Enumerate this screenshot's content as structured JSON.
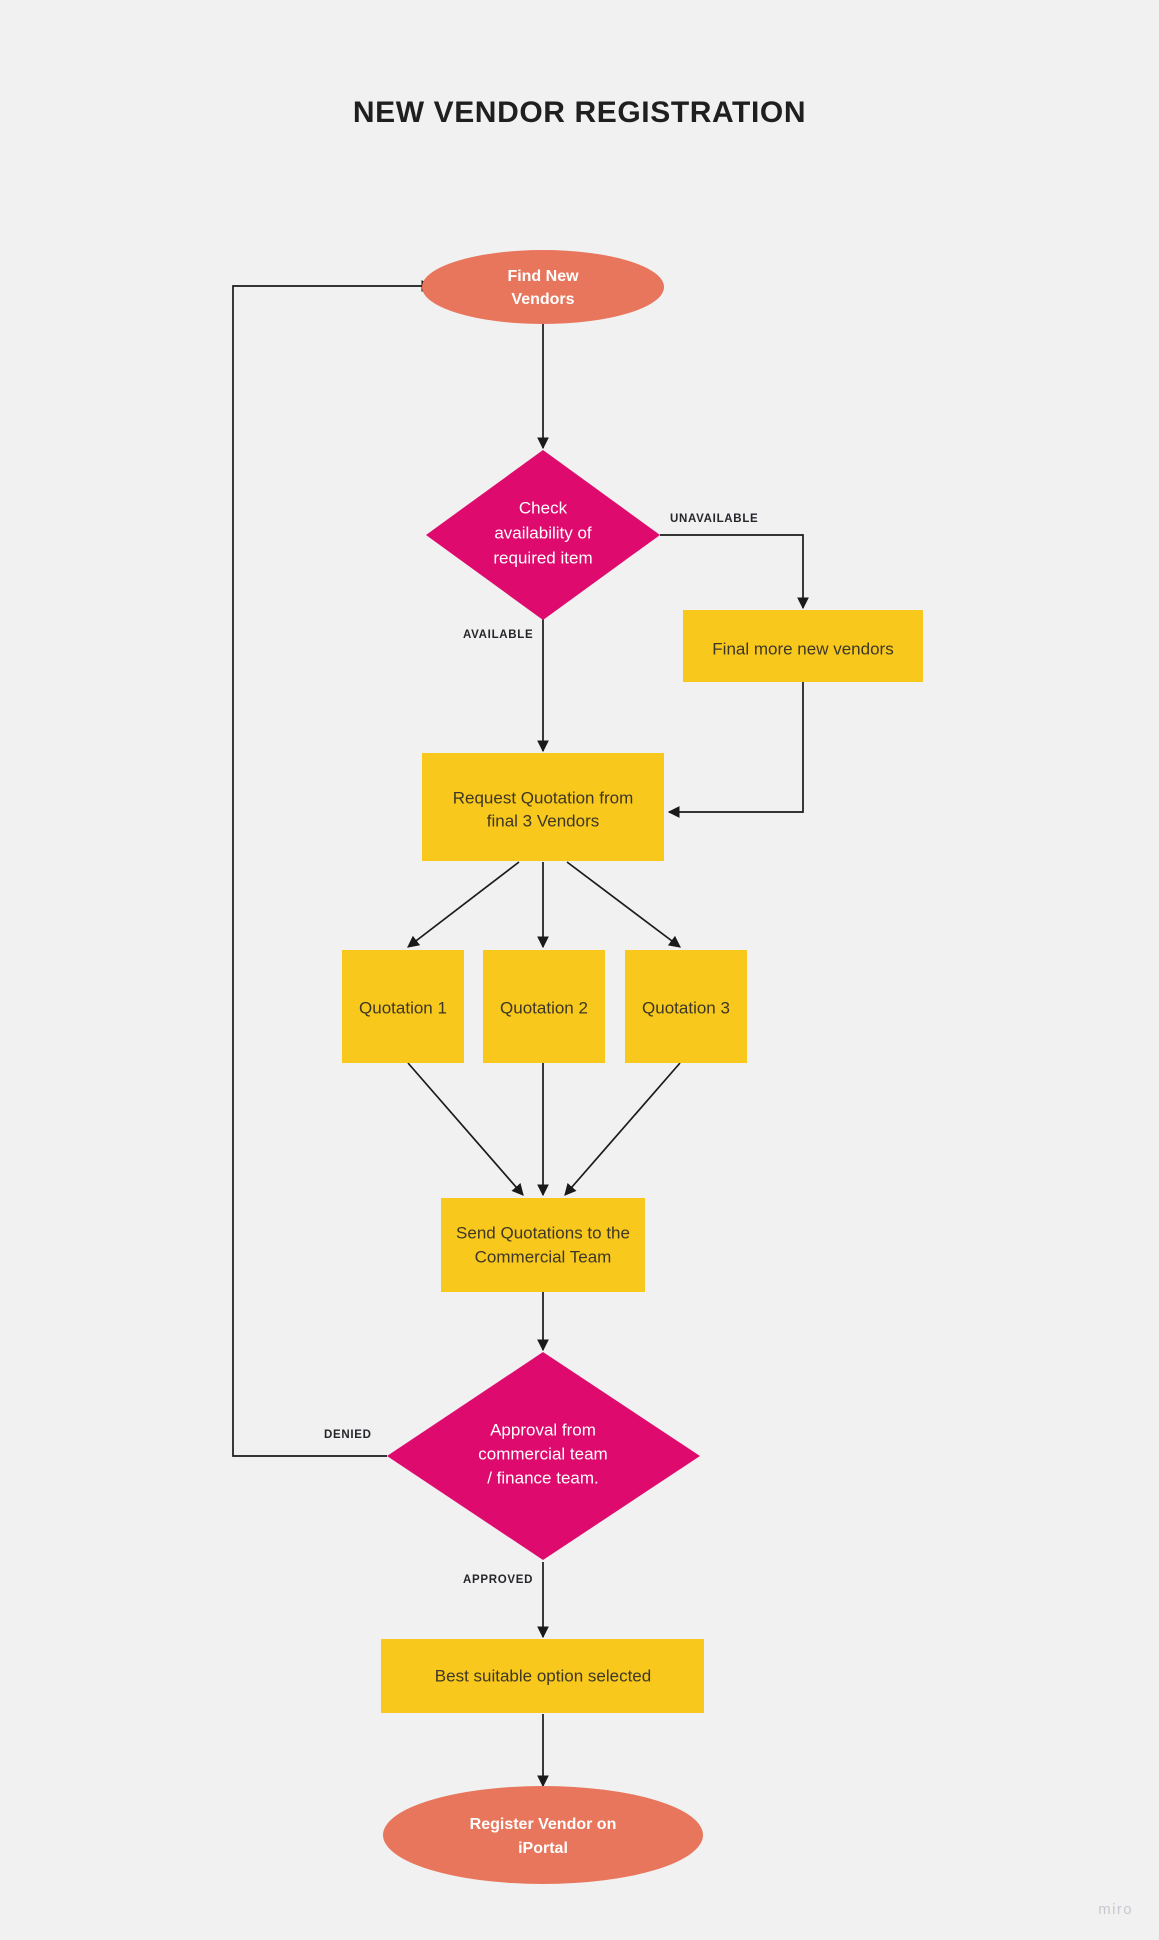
{
  "board": {
    "background_color": "#f1f1f1",
    "watermark": "miro"
  },
  "header": {
    "title": "NEW VENDOR REGISTRATION"
  },
  "palette": {
    "terminator_fill": "#E8765C",
    "decision_fill": "#DE0A6E",
    "process_fill": "#F8C81C",
    "line_color": "#1a1a1a",
    "dark_text": "#3d3728",
    "light_text": "#ffffff"
  },
  "nodes": {
    "start": {
      "shape": "ellipse",
      "line1": "Find New",
      "line2": "Vendors"
    },
    "check_availability": {
      "shape": "diamond",
      "line1": "Check",
      "line2": "availability of",
      "line3": "required item"
    },
    "find_more_vendors": {
      "shape": "rect",
      "line1": "Final more new vendors"
    },
    "request_quotation": {
      "shape": "rect",
      "line1": "Request Quotation from",
      "line2": "final 3 Vendors"
    },
    "quotation_1": {
      "shape": "rect",
      "line1": "Quotation 1"
    },
    "quotation_2": {
      "shape": "rect",
      "line1": "Quotation 2"
    },
    "quotation_3": {
      "shape": "rect",
      "line1": "Quotation 3"
    },
    "send_quotations": {
      "shape": "rect",
      "line1": "Send Quotations to the",
      "line2": "Commercial Team"
    },
    "approval": {
      "shape": "diamond",
      "line1": "Approval from",
      "line2": "commercial team",
      "line3": "/ finance team."
    },
    "best_option": {
      "shape": "rect",
      "line1": "Best suitable option selected"
    },
    "end": {
      "shape": "ellipse",
      "line1": "Register Vendor on",
      "line2": "iPortal"
    }
  },
  "edge_labels": {
    "unavailable": "UNAVAILABLE",
    "available": "AVAILABLE",
    "denied": "DENIED",
    "approved": "APPROVED"
  },
  "chart_data": {
    "type": "diagram",
    "title": "NEW VENDOR REGISTRATION",
    "diagram_kind": "flowchart",
    "orientation": "top-to-bottom",
    "nodes": [
      {
        "id": "start",
        "label": "Find New Vendors",
        "shape": "ellipse",
        "color": "#E8765C"
      },
      {
        "id": "check_availability",
        "label": "Check availability of required item",
        "shape": "diamond",
        "color": "#DE0A6E"
      },
      {
        "id": "find_more_vendors",
        "label": "Final more new vendors",
        "shape": "rect",
        "color": "#F8C81C"
      },
      {
        "id": "request_quotation",
        "label": "Request Quotation from final 3 Vendors",
        "shape": "rect",
        "color": "#F8C81C"
      },
      {
        "id": "quotation_1",
        "label": "Quotation 1",
        "shape": "rect",
        "color": "#F8C81C"
      },
      {
        "id": "quotation_2",
        "label": "Quotation 2",
        "shape": "rect",
        "color": "#F8C81C"
      },
      {
        "id": "quotation_3",
        "label": "Quotation 3",
        "shape": "rect",
        "color": "#F8C81C"
      },
      {
        "id": "send_quotations",
        "label": "Send Quotations to the Commercial Team",
        "shape": "rect",
        "color": "#F8C81C"
      },
      {
        "id": "approval",
        "label": "Approval from commercial team / finance team.",
        "shape": "diamond",
        "color": "#DE0A6E"
      },
      {
        "id": "best_option",
        "label": "Best suitable option selected",
        "shape": "rect",
        "color": "#F8C81C"
      },
      {
        "id": "end",
        "label": "Register Vendor on iPortal",
        "shape": "ellipse",
        "color": "#E8765C"
      }
    ],
    "edges": [
      {
        "from": "start",
        "to": "check_availability",
        "label": ""
      },
      {
        "from": "check_availability",
        "to": "find_more_vendors",
        "label": "UNAVAILABLE"
      },
      {
        "from": "check_availability",
        "to": "request_quotation",
        "label": "AVAILABLE"
      },
      {
        "from": "find_more_vendors",
        "to": "request_quotation",
        "label": ""
      },
      {
        "from": "request_quotation",
        "to": "quotation_1",
        "label": ""
      },
      {
        "from": "request_quotation",
        "to": "quotation_2",
        "label": ""
      },
      {
        "from": "request_quotation",
        "to": "quotation_3",
        "label": ""
      },
      {
        "from": "quotation_1",
        "to": "send_quotations",
        "label": ""
      },
      {
        "from": "quotation_2",
        "to": "send_quotations",
        "label": ""
      },
      {
        "from": "quotation_3",
        "to": "send_quotations",
        "label": ""
      },
      {
        "from": "send_quotations",
        "to": "approval",
        "label": ""
      },
      {
        "from": "approval",
        "to": "start",
        "label": "DENIED"
      },
      {
        "from": "approval",
        "to": "best_option",
        "label": "APPROVED"
      },
      {
        "from": "best_option",
        "to": "end",
        "label": ""
      }
    ]
  }
}
